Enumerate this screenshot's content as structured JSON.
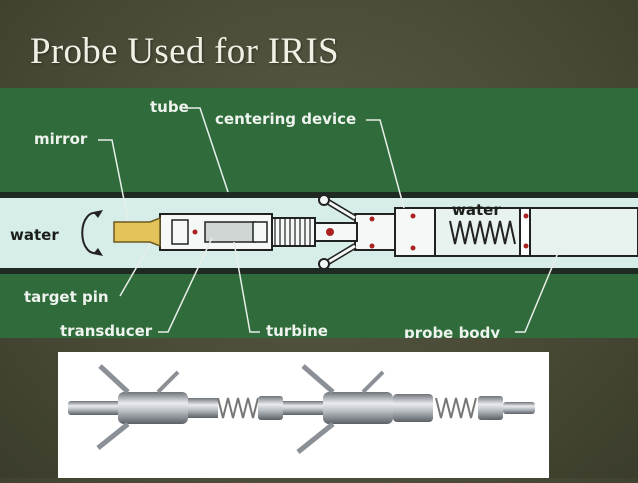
{
  "slide": {
    "title": "Probe Used for IRIS"
  },
  "diagram": {
    "labels": {
      "tube": "tube",
      "mirror": "mirror",
      "centering_device": "centering device",
      "water_left": "water",
      "water_right": "water",
      "target_pin": "target pin",
      "transducer": "transducer",
      "turbine": "turbine",
      "probe_body": "probe body"
    },
    "colors": {
      "background": "#2f6b3b",
      "tube_interior": "#d7ede9",
      "tube_wall": "#1f2a22"
    }
  },
  "photo": {
    "description_icon": "probe-photo"
  }
}
